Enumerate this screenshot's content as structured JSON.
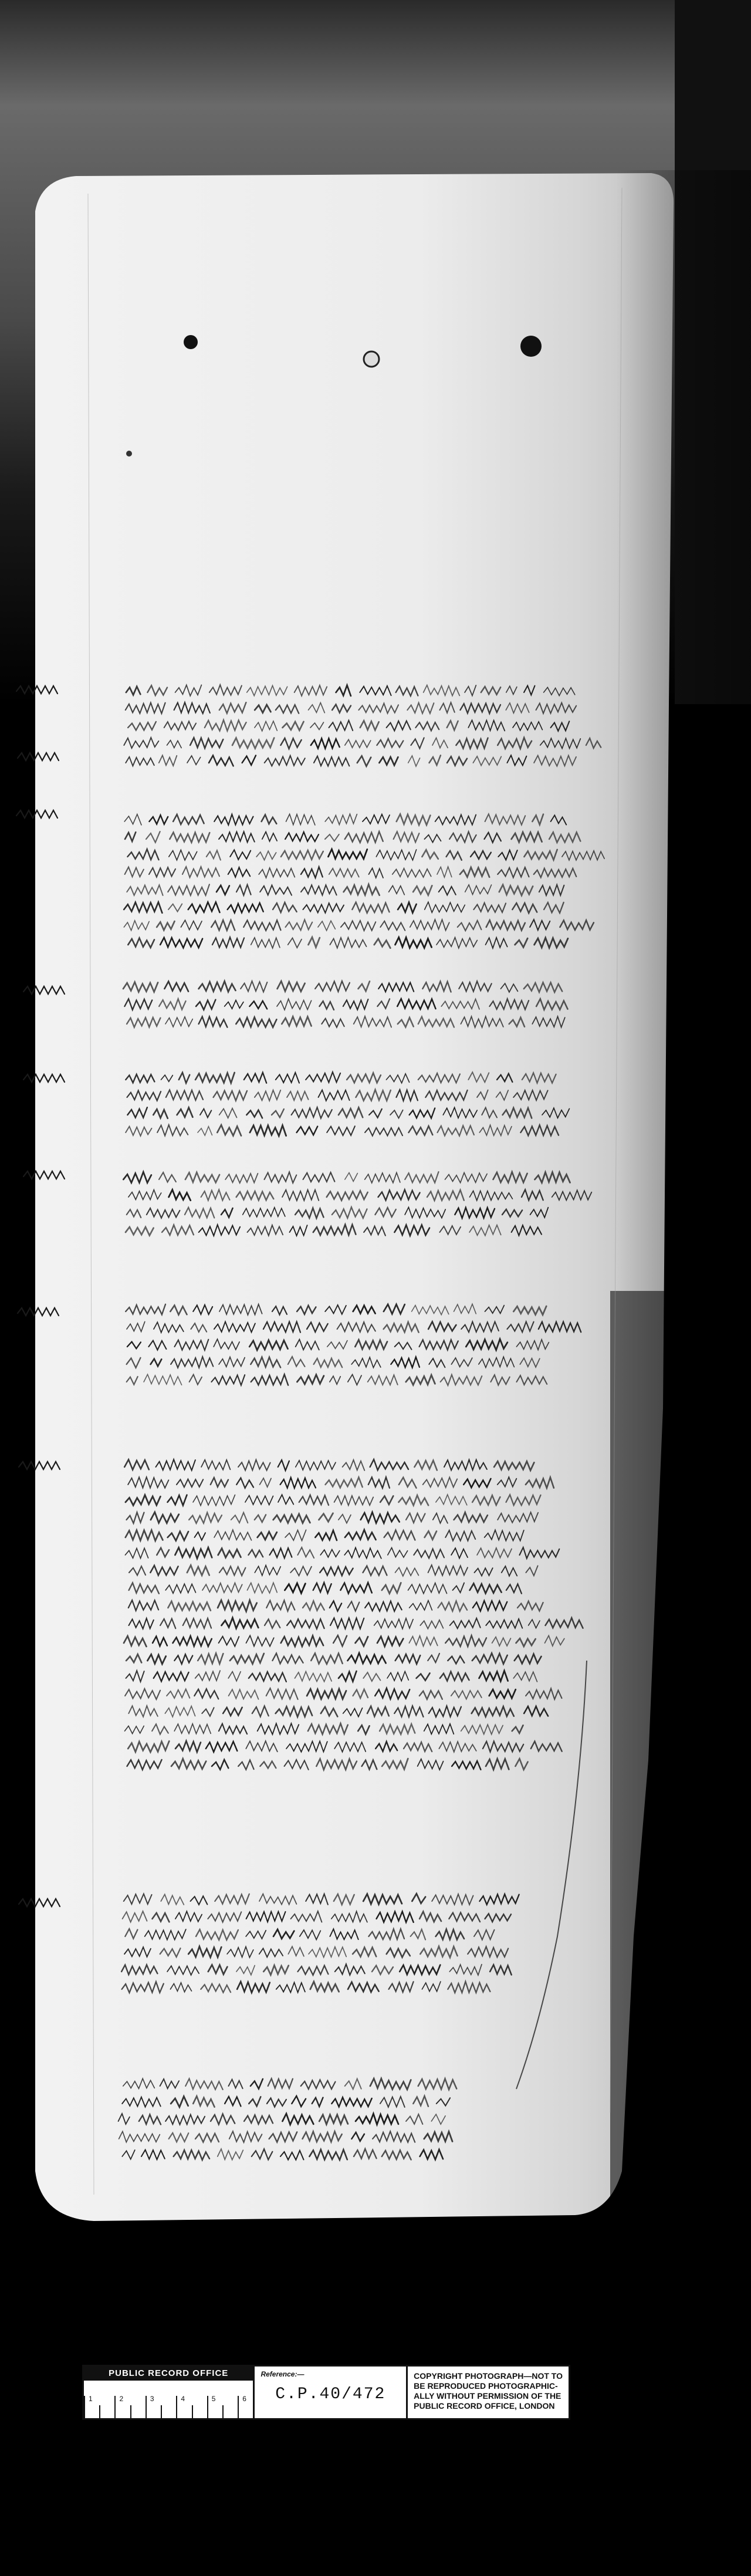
{
  "document": {
    "type": "photographed medieval manuscript roll membrane",
    "colors": {
      "background": "#000000",
      "parchment": "#e9e9e9",
      "ink": "#1a1a1a"
    }
  },
  "label": {
    "archive_name": "PUBLIC RECORD OFFICE",
    "ruler_numbers": [
      "1",
      "2",
      "3",
      "4",
      "5",
      "6"
    ],
    "reference_caption": "Reference:—",
    "reference_value": "C.P.40/472",
    "copyright_lines": [
      "COPYRIGHT PHOTOGRAPH—NOT TO",
      "BE REPRODUCED PHOTOGRAPHIC-",
      "ALLY WITHOUT PERMISSION OF THE",
      "PUBLIC RECORD OFFICE, LONDON"
    ]
  }
}
